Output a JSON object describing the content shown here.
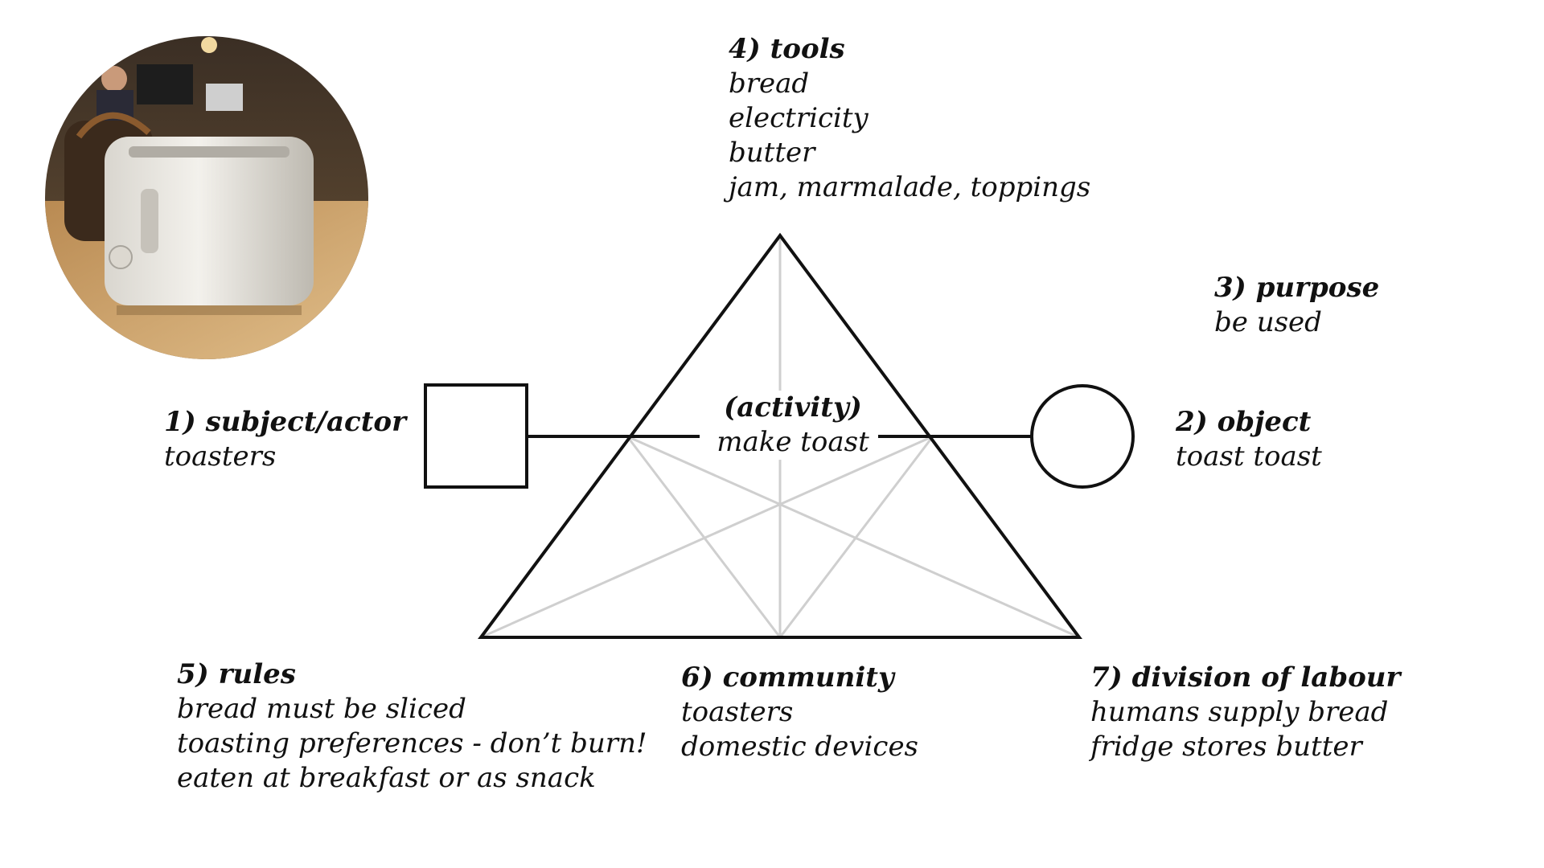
{
  "nodes": {
    "tools": {
      "head": "4) tools",
      "items": [
        "bread",
        "electricity",
        "butter",
        "jam, marmalade, toppings"
      ]
    },
    "purpose": {
      "head": "3) purpose",
      "items": [
        "be used"
      ]
    },
    "subject": {
      "head": "1) subject/actor",
      "items": [
        "toasters"
      ]
    },
    "object": {
      "head": "2) object",
      "items": [
        "toast toast"
      ]
    },
    "activity": {
      "head": "(activity)",
      "items": [
        "make toast"
      ]
    },
    "rules": {
      "head": "5) rules",
      "items": [
        "bread must be sliced",
        "toasting preferences - don’t burn!",
        "eaten at breakfast or as snack"
      ]
    },
    "community": {
      "head": "6) community",
      "items": [
        "toasters",
        "domestic devices"
      ]
    },
    "division": {
      "head": "7) division of labour",
      "items": [
        "humans supply bread",
        "fridge stores butter"
      ]
    }
  },
  "colors": {
    "line": "#111111",
    "inner_line": "#cfcfcf",
    "background": "#ffffff"
  }
}
